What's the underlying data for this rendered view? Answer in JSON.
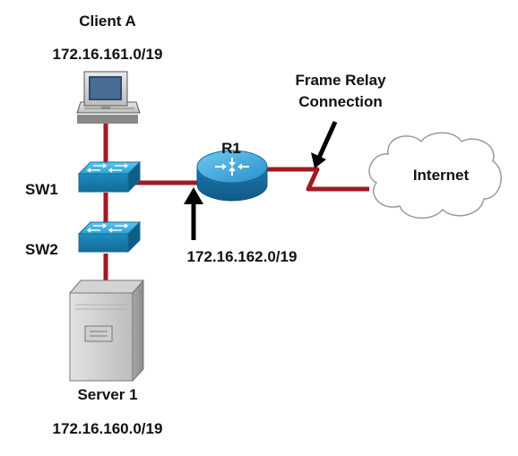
{
  "diagram": {
    "client": {
      "name": "Client A",
      "network": "172.16.161.0/19"
    },
    "sw1": {
      "name": "SW1"
    },
    "sw2": {
      "name": "SW2"
    },
    "router": {
      "name": "R1",
      "network": "172.16.162.0/19"
    },
    "server": {
      "name": "Server 1",
      "network": "172.16.160.0/19"
    },
    "wan": {
      "label_line1": "Frame Relay",
      "label_line2": "Connection"
    },
    "cloud": {
      "name": "Internet"
    }
  },
  "colors": {
    "link": "#a01a22",
    "switch": "#1f94c8",
    "router": "#1f7fb8",
    "arrow": "#000000"
  },
  "icons": {
    "client": "desktop-computer-icon",
    "switch": "switch-icon",
    "router": "router-icon",
    "server": "server-tower-icon",
    "cloud": "cloud-icon"
  }
}
